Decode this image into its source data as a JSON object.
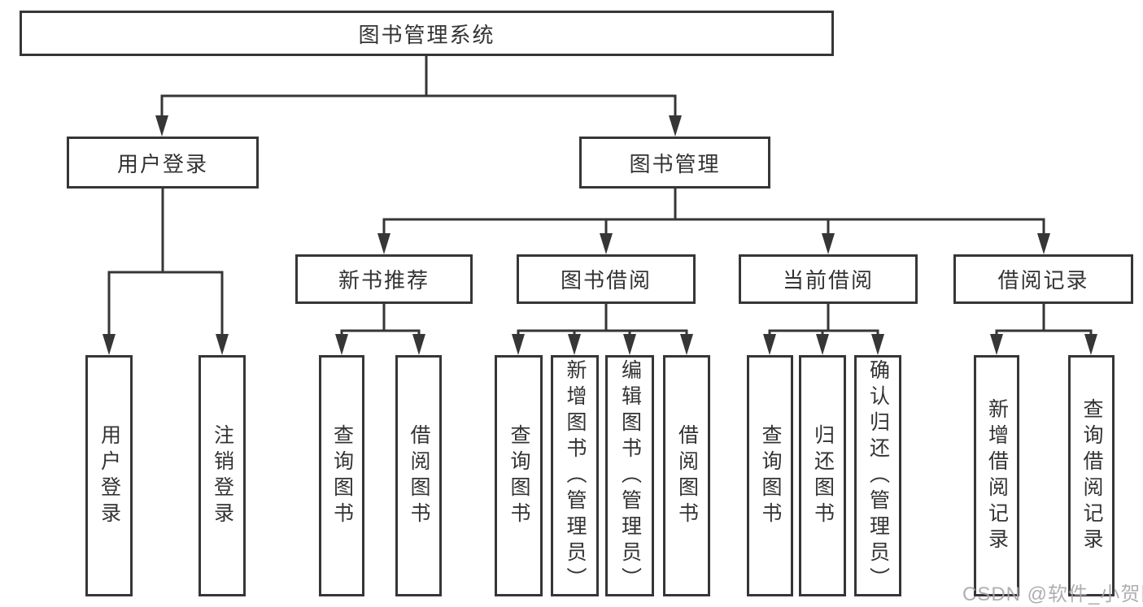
{
  "nodes": {
    "root": {
      "label": "图书管理系统"
    },
    "user_login": {
      "label": "用户登录"
    },
    "book_mgmt": {
      "label": "图书管理"
    },
    "new_book_rec": {
      "label": "新书推荐"
    },
    "book_borrow": {
      "label": "图书借阅"
    },
    "current_borrow": {
      "label": "当前借阅"
    },
    "borrow_record": {
      "label": "借阅记录"
    }
  },
  "leaves": [
    {
      "label": "用户登录",
      "parent": "用户登录"
    },
    {
      "label": "注销登录",
      "parent": "用户登录"
    },
    {
      "label": "查询图书",
      "parent": "新书推荐"
    },
    {
      "label": "借阅图书",
      "parent": "新书推荐"
    },
    {
      "label": "查询图书",
      "parent": "图书借阅"
    },
    {
      "label": "新增图书（管理员）",
      "parent": "图书借阅"
    },
    {
      "label": "编辑图书（管理员）",
      "parent": "图书借阅"
    },
    {
      "label": "借阅图书",
      "parent": "图书借阅"
    },
    {
      "label": "查询图书",
      "parent": "当前借阅"
    },
    {
      "label": "归还图书",
      "parent": "当前借阅"
    },
    {
      "label": "确认归还（管理员）",
      "parent": "当前借阅"
    },
    {
      "label": "新增借阅记录",
      "parent": "借阅记录"
    },
    {
      "label": "查询借阅记录",
      "parent": "借阅记录"
    }
  ],
  "watermark": {
    "text": "CSDN @软件_小贺同学"
  },
  "colors": {
    "line": "#363636",
    "box_border": "#363636",
    "text": "#333333",
    "background": "#ffffff",
    "watermark": "#a6a6a6"
  }
}
